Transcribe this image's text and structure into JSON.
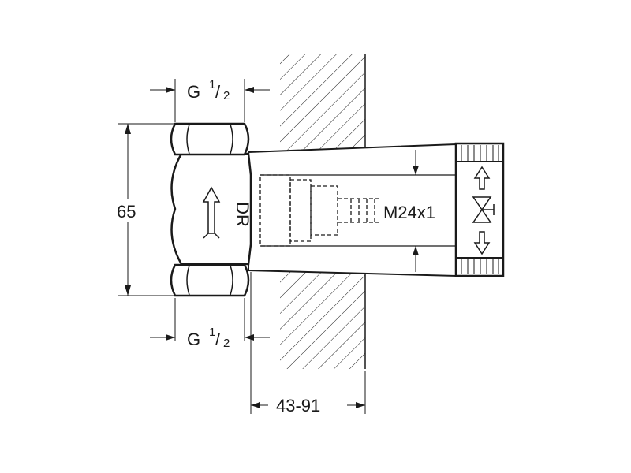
{
  "labels": {
    "thread_top": "G",
    "thread_top_num": "1",
    "thread_top_den": "2",
    "thread_bottom": "G",
    "thread_bottom_num": "1",
    "thread_bottom_den": "2",
    "height": "65",
    "flow_mark": "DR",
    "spindle_thread": "M24x1",
    "depth_range": "43-91"
  },
  "colors": {
    "line": "#1a1a1a",
    "background": "#ffffff"
  }
}
